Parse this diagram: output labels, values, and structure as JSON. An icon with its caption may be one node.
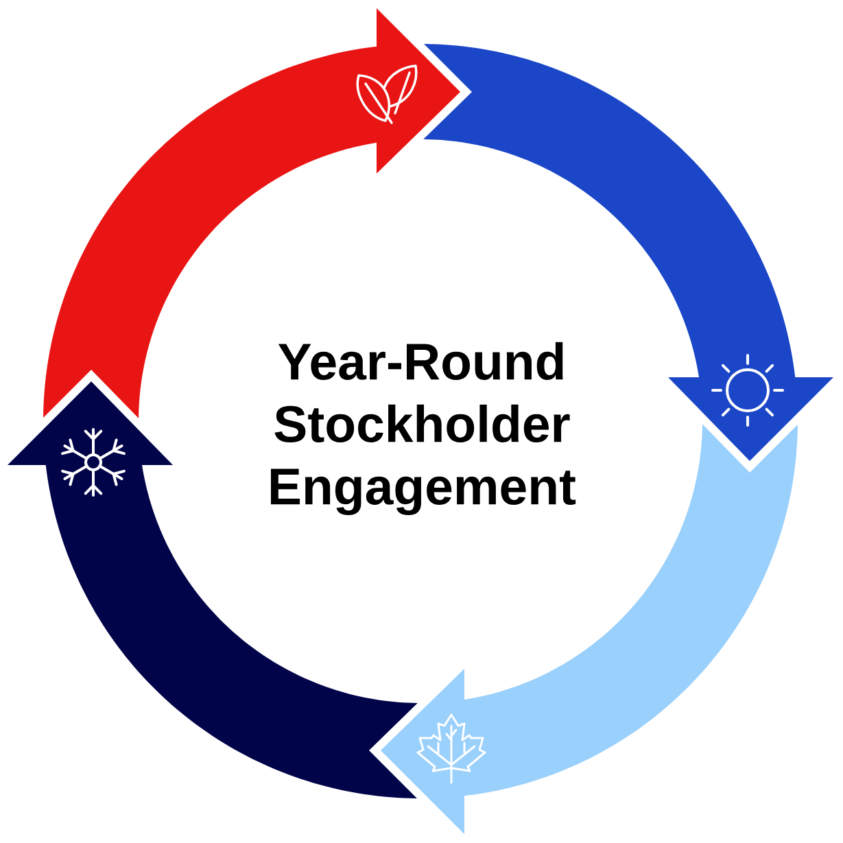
{
  "diagram": {
    "title": "Year-Round Stockholder Engagement",
    "nodes": [
      {
        "text": [],
        "shape": "picture"
      },
      {
        "text": [],
        "shape": "picture"
      },
      {
        "text": [],
        "shape": "picture"
      },
      {
        "text": [],
        "shape": "picture"
      }
    ],
    "edges": [
      {
        "from": 3,
        "to": 0,
        "arrow": "to",
        "color": "#e91414"
      },
      {
        "from": 0,
        "to": 1,
        "arrow": "to",
        "color": "#1b46c8"
      },
      {
        "from": 1,
        "to": 2,
        "arrow": "to",
        "color": "#9ad0fc"
      },
      {
        "from": 2,
        "to": 3,
        "arrow": "to",
        "color": "#020449"
      }
    ]
  }
}
